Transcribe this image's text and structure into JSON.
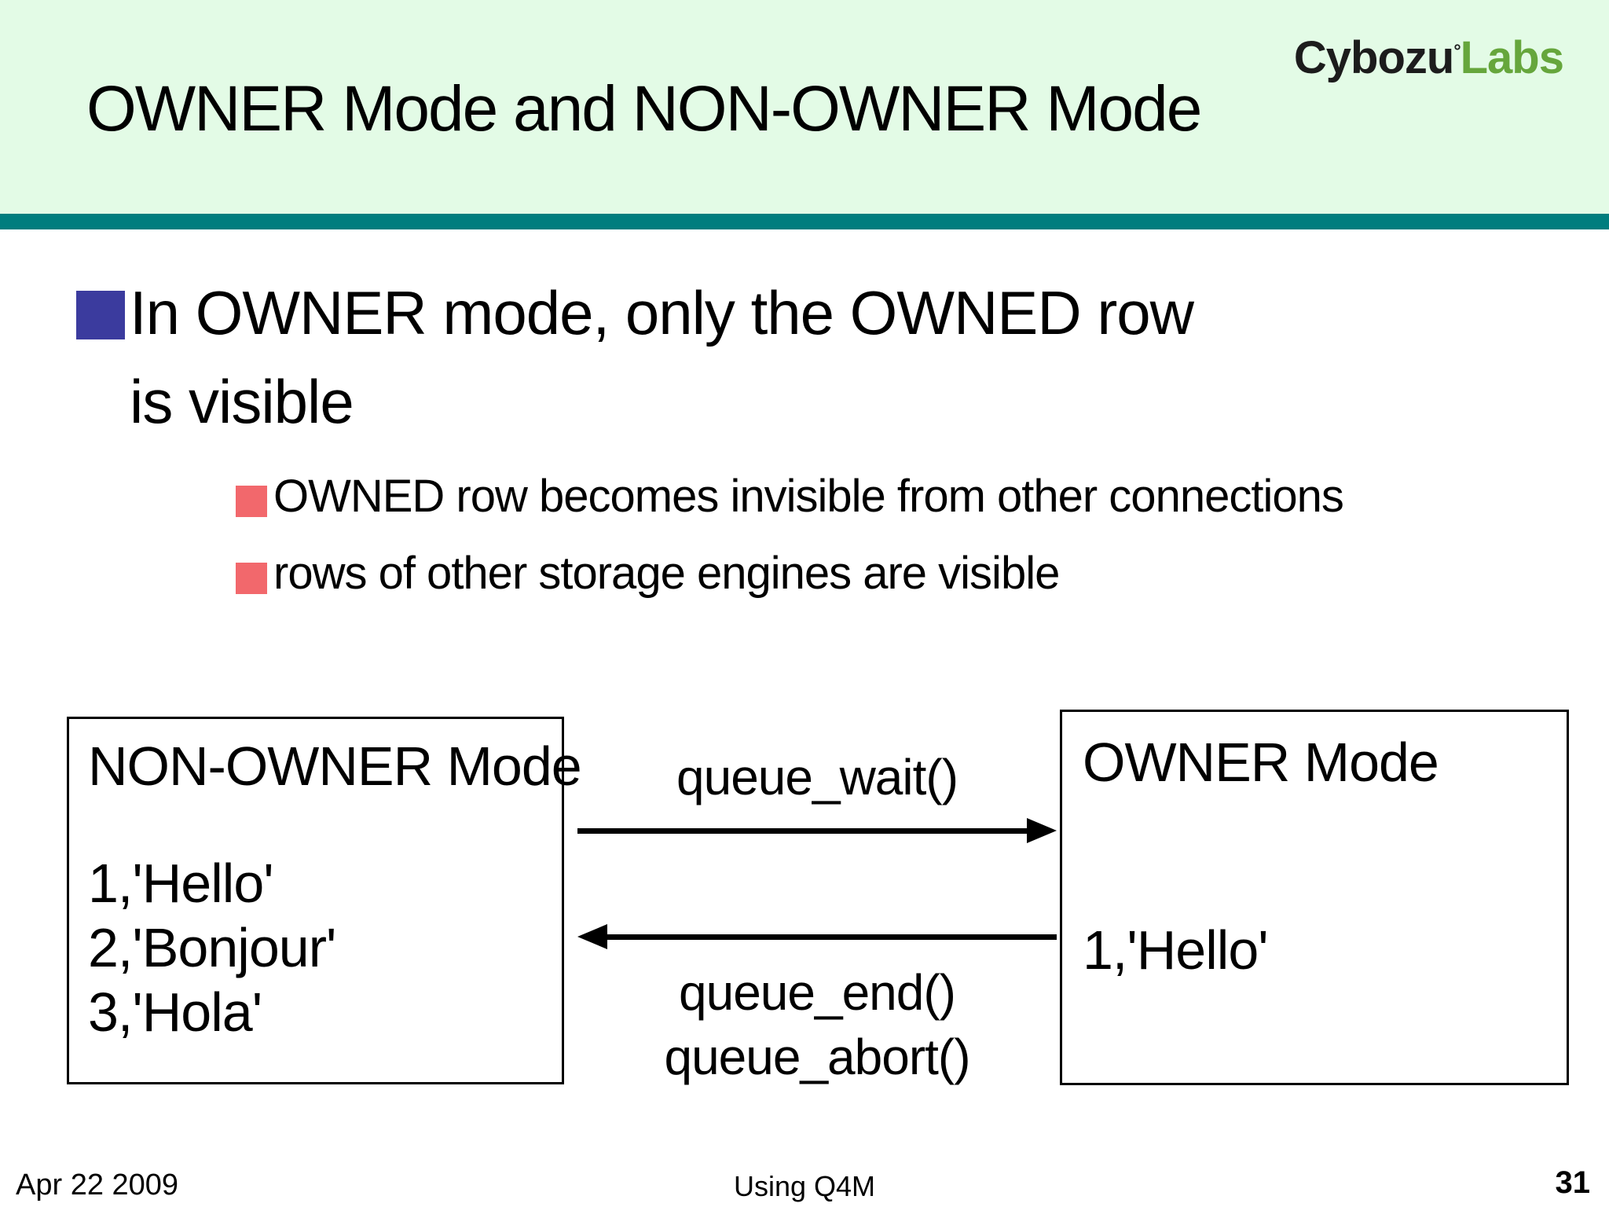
{
  "logo": {
    "part1": "Cybozu",
    "mark": "°",
    "part2": "Labs"
  },
  "header": {
    "title": "OWNER Mode and NON-OWNER Mode"
  },
  "content": {
    "bullet": {
      "line1": "In OWNER mode, only the OWNED row",
      "line2": "is visible"
    },
    "sub_bullets": [
      "OWNED row becomes invisible from other connections",
      "rows of other storage engines are visible"
    ]
  },
  "diagram": {
    "left_box": {
      "title": "NON-OWNER Mode",
      "rows": [
        "1,'Hello'",
        "2,'Bonjour'",
        "3,'Hola'"
      ]
    },
    "right_box": {
      "title": "OWNER Mode",
      "rows": [
        "1,'Hello'"
      ]
    },
    "arrow_right_label": "queue_wait()",
    "arrow_left_labels": [
      "queue_end()",
      "queue_abort()"
    ]
  },
  "footer": {
    "date": "Apr 22 2009",
    "center": "Using Q4M",
    "page": "31"
  },
  "colors": {
    "header_band": "#e3fbe6",
    "divider": "#007d7e",
    "bullet_blue": "#3b3b9e",
    "bullet_red": "#f2686c",
    "logo_dark": "#1c1c1c",
    "logo_green": "#66a63c",
    "text": "#000000",
    "background": "#ffffff"
  }
}
